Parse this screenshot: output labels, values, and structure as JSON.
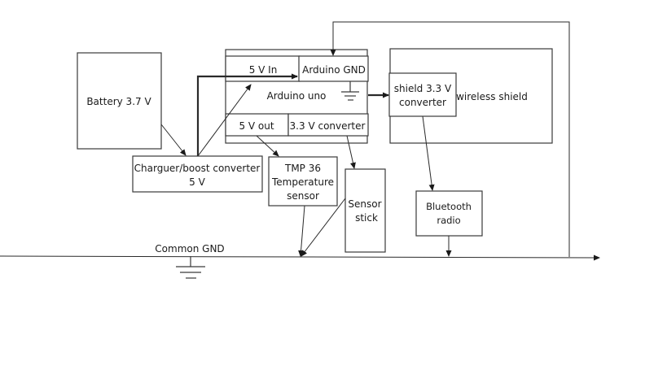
{
  "diagram": {
    "title": "",
    "nodes": {
      "battery": {
        "label": "Battery 3.7 V"
      },
      "charger": {
        "label_line1": "Charguer/boost converter",
        "label_line2": "5 V"
      },
      "arduino": {
        "label": "Arduino uno",
        "in_5v": "5 V In",
        "gnd": "Arduino GND",
        "out_5v": "5 V out",
        "conv_33": "3.3 V converter"
      },
      "tmp36": {
        "line1": "TMP 36",
        "line2": "Temperature",
        "line3": "sensor"
      },
      "sensor_stick": {
        "line1": "Sensor",
        "line2": "stick"
      },
      "wireless_shield": {
        "label": "wireless shield"
      },
      "shield_conv": {
        "line1": "shield 3.3 V",
        "line2": "converter"
      },
      "bluetooth": {
        "line1": "Bluetooth",
        "line2": "radio"
      },
      "common_gnd": {
        "label": "Common GND"
      }
    },
    "edges": [
      {
        "from": "Battery 3.7 V",
        "to": "Charguer/boost converter 5 V"
      },
      {
        "from": "Charguer/boost converter 5 V",
        "to": "5 V In"
      },
      {
        "from": "5 V out",
        "to": "TMP 36 Temperature sensor"
      },
      {
        "from": "3.3 V converter",
        "to": "Sensor stick"
      },
      {
        "from": "Arduino uno",
        "to": "shield 3.3 V converter"
      },
      {
        "from": "shield 3.3 V converter",
        "to": "Bluetooth radio"
      },
      {
        "from": "TMP 36 Temperature sensor",
        "to": "Common GND"
      },
      {
        "from": "Sensor stick",
        "to": "Common GND"
      },
      {
        "from": "Bluetooth radio",
        "to": "Common GND"
      },
      {
        "from": "Common GND",
        "to": "Arduino GND"
      }
    ]
  }
}
